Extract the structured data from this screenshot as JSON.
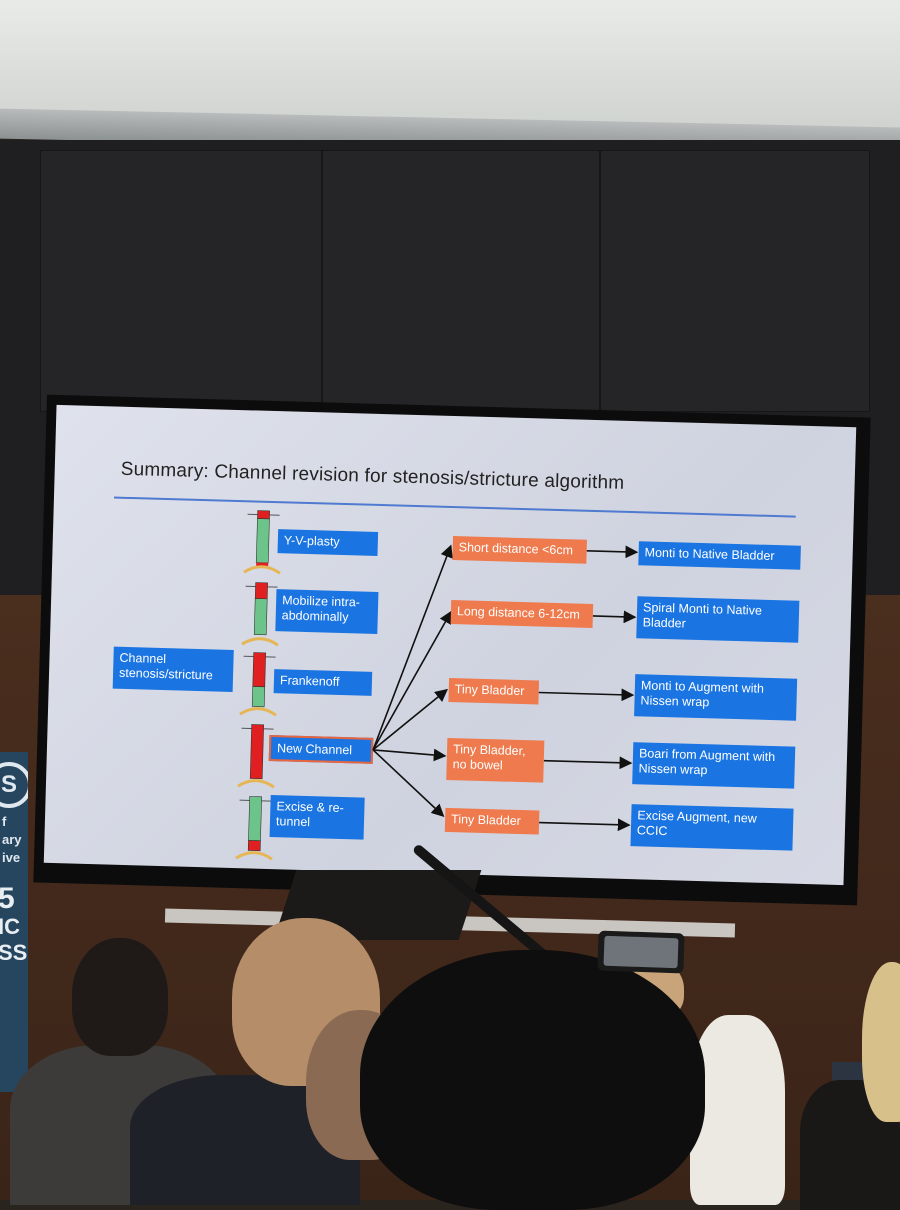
{
  "slide": {
    "title": "Summary: Channel revision for stenosis/stricture algorithm",
    "root": "Channel stenosis/stricture",
    "techniques": [
      "Y-V-plasty",
      "Mobilize intra-abdominally",
      "Frankenoff",
      "New Channel",
      "Excise & re-tunnel"
    ],
    "conditions": [
      "Short distance <6cm",
      "Long distance 6-12cm",
      "Tiny Bladder",
      "Tiny Bladder, no bowel",
      "Tiny Bladder"
    ],
    "outcomes": [
      "Monti to Native Bladder",
      "Spiral Monti to Native Bladder",
      "Monti to Augment with Nissen wrap",
      "Boari from Augment with Nissen wrap",
      "Excise Augment, new CCIC"
    ]
  },
  "banner": {
    "logo": "S",
    "lines": [
      "f",
      "ary",
      "ive"
    ],
    "big": [
      "5",
      "IC",
      "SS"
    ]
  },
  "colors": {
    "blue_box": "#1a74e2",
    "orange_box": "#ee7a4d",
    "title_rule": "#4f7ad0",
    "channel_green": "#6cc48a",
    "channel_red": "#e02020"
  }
}
